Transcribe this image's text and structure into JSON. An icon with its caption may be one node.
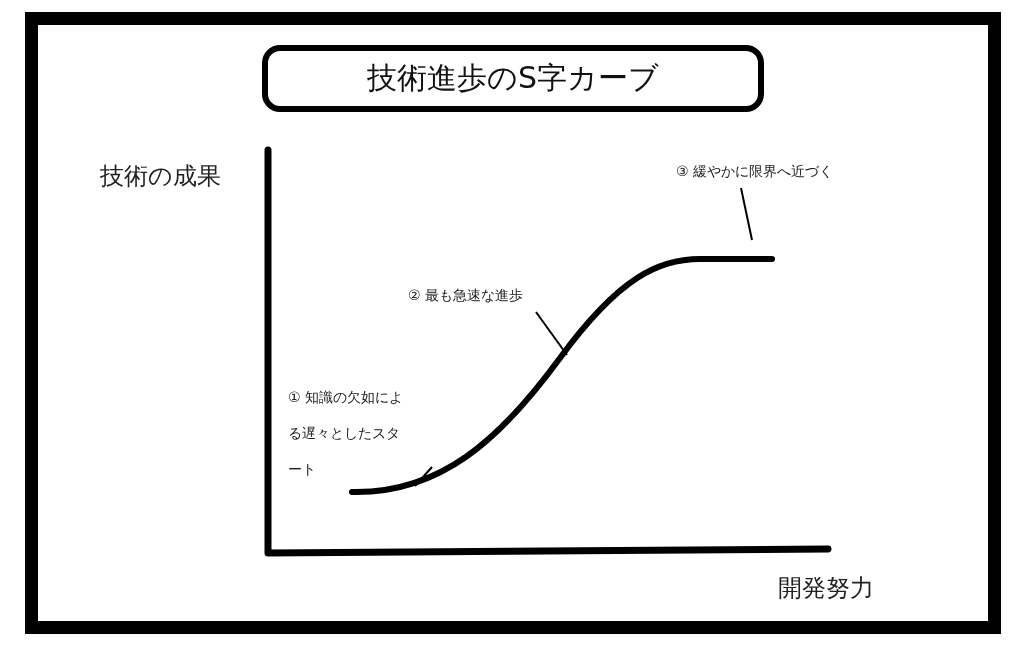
{
  "diagram": {
    "title": "技術進歩のS字カーブ",
    "nodes": [
      {
        "text": [
          "③ 緩やかに限界へ近づく"
        ]
      },
      {
        "text": [
          "② 最も急速な進歩"
        ]
      },
      {
        "text": [
          "① 知識の欠如による遅々としたスタート"
        ]
      }
    ],
    "edges": [
      {
        "from": 0,
        "to": null,
        "arrow": "none"
      },
      {
        "from": 1,
        "to": null,
        "arrow": "none"
      },
      {
        "from": 2,
        "to": null,
        "arrow": "none"
      }
    ],
    "labels": [
      "技術の成果",
      "開発努力"
    ]
  }
}
